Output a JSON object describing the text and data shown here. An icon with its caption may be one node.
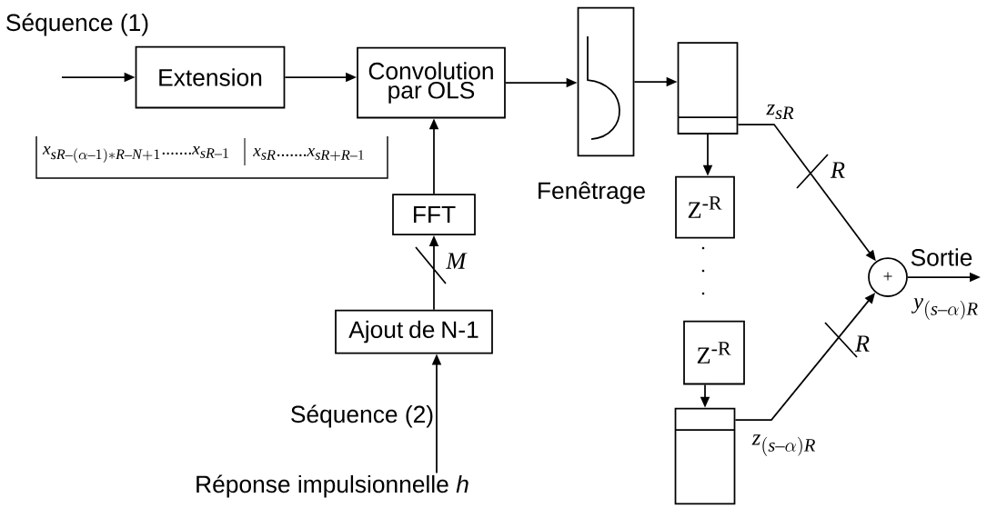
{
  "diagram": {
    "nodes": [
      {
        "text": [
          "Extension"
        ]
      },
      {
        "text": [
          "Convolution par OLS"
        ]
      },
      {
        "text": [],
        "shape": "box",
        "beside": [
          "Fenêtrage"
        ]
      },
      {
        "text": [],
        "shape": "box"
      },
      {
        "text": [
          "Z$^{-R}$"
        ]
      },
      {
        "text": [
          "Z$^{-R}$"
        ]
      },
      {
        "text": [],
        "shape": "box"
      },
      {
        "text": [
          "+"
        ]
      },
      {
        "text": [
          "FFT"
        ]
      },
      {
        "text": [
          "Ajout de N-1"
        ]
      },
      {
        "text": [
          "Réponse impulsionnelle *h*"
        ]
      }
    ],
    "edges": [
      {
        "from": null,
        "to": 0,
        "arrow": "to",
        "label": "Séquence (1)"
      },
      {
        "from": 0,
        "to": 1,
        "arrow": "to"
      },
      {
        "from": 1,
        "to": 2,
        "arrow": "to"
      },
      {
        "from": 2,
        "to": 3,
        "arrow": "to"
      },
      {
        "from": 3,
        "to": 4,
        "arrow": "to"
      },
      {
        "from": 5,
        "to": 6,
        "arrow": "to"
      },
      {
        "from": 3,
        "to": 7,
        "arrow": "to",
        "label": "*R*"
      },
      {
        "from": 6,
        "to": 7,
        "arrow": "to",
        "label": "*R*"
      },
      {
        "from": 7,
        "to": null,
        "arrow": "to",
        "label": "Sortie"
      },
      {
        "from": 8,
        "to": 1,
        "arrow": "to"
      },
      {
        "from": 9,
        "to": 8,
        "arrow": "to",
        "label": "*M*"
      },
      {
        "from": 10,
        "to": 9,
        "arrow": "to",
        "label": "Séquence (2)"
      }
    ],
    "labels": [
      "z_{sR}",
      "x_{sR-(\\alpha-1)*R-N+1}.......x_{sR-1}",
      "x_{sR}.......x_{sR+R-1}",
      "y_{(s-\\alpha)R}",
      "z_{(s-\\alpha)R}"
    ]
  }
}
